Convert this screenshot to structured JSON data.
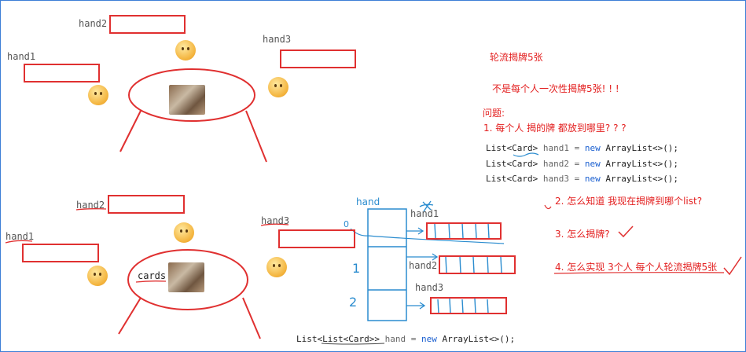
{
  "top_scene": {
    "hand1": "hand1",
    "hand2": "hand2",
    "hand3": "hand3"
  },
  "bottom_scene": {
    "hand1": "hand1",
    "hand2": "hand2",
    "hand3": "hand3",
    "cards": "cards",
    "hand_header": "hand",
    "row_hand1": "hand1",
    "row_hand2": "hand2",
    "row_hand3": "hand3",
    "index_0": "0",
    "index_1": "1",
    "index_2": "2"
  },
  "notes": {
    "title": "轮流揭牌5张",
    "warning": "不是每个人一次性揭牌5张! ! !",
    "question_header": "问题:",
    "q1": "1. 每个人 揭的牌 都放到哪里? ? ?",
    "q2": "2. 怎么知道 我现在揭牌到哪个list?",
    "q3": "3. 怎么揭牌?",
    "q4": "4. 怎么实现 3个人 每个人轮流揭牌5张"
  },
  "code": {
    "line1_a": "List<Card>",
    "line1_b": " hand1 = ",
    "line1_kw": "new",
    "line1_c": " ArrayList<>();",
    "line2_a": "List<Card>",
    "line2_b": " hand2 = ",
    "line2_kw": "new",
    "line2_c": " ArrayList<>();",
    "line3_a": "List<Card>",
    "line3_b": " hand3 = ",
    "line3_kw": "new",
    "line3_c": " ArrayList<>();",
    "bottom_a": "List<List<Card>>",
    "bottom_b": " hand = ",
    "bottom_kw": "new",
    "bottom_c": " ArrayList<>();"
  },
  "colors": {
    "red": "#e03030",
    "blue": "#2a8ccf",
    "keyword": "#1a5fd0"
  }
}
